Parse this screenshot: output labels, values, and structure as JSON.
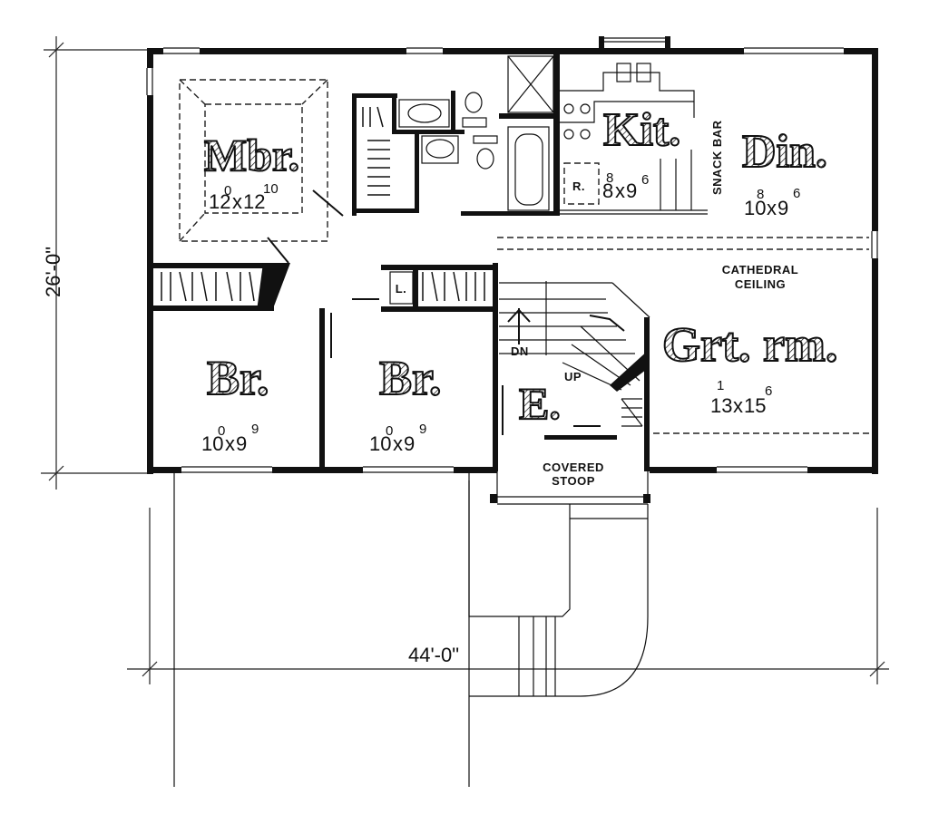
{
  "plan": {
    "overall_width": "44'-0\"",
    "overall_depth": "26'-0\""
  },
  "rooms": {
    "mbr": {
      "name": "Mbr.",
      "dim_a": "12",
      "dim_a_sup": "0",
      "x": "x",
      "dim_b": "12",
      "dim_b_sup": "10"
    },
    "kit": {
      "name": "Kit.",
      "dim_a": "8",
      "dim_a_sup": "8",
      "x": "x",
      "dim_b": "9",
      "dim_b_sup": "6",
      "fridge": "R."
    },
    "din": {
      "name": "Din.",
      "dim_a": "10",
      "dim_a_sup": "8",
      "x": "x",
      "dim_b": "9",
      "dim_b_sup": "6"
    },
    "br1": {
      "name": "Br.",
      "dim_a": "10",
      "dim_a_sup": "0",
      "x": "x",
      "dim_b": "9",
      "dim_b_sup": "9"
    },
    "br2": {
      "name": "Br.",
      "dim_a": "10",
      "dim_a_sup": "0",
      "x": "x",
      "dim_b": "9",
      "dim_b_sup": "9"
    },
    "grt": {
      "name": "Grt. rm.",
      "dim_a": "13",
      "dim_a_sup": "1",
      "x": "x",
      "dim_b": "15",
      "dim_b_sup": "6"
    },
    "entry": {
      "name": "E."
    }
  },
  "labels": {
    "snack_bar": "SNACK BAR",
    "cathedral_1": "CATHEDRAL",
    "cathedral_2": "CEILING",
    "stoop_1": "COVERED",
    "stoop_2": "STOOP",
    "linen": "L.",
    "stair_dn": "DN",
    "stair_up": "UP"
  }
}
